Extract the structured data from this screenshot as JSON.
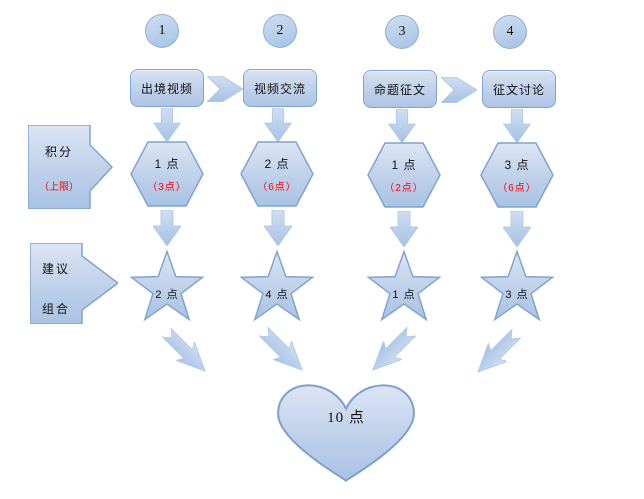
{
  "columns": [
    {
      "step": "1",
      "activity": "出境视频",
      "points": "1 点",
      "points_cap": "（3点）",
      "combo": "2 点"
    },
    {
      "step": "2",
      "activity": "视频交流",
      "points": "2 点",
      "points_cap": "（6点）",
      "combo": "4 点"
    },
    {
      "step": "3",
      "activity": "命题征文",
      "points": "1 点",
      "points_cap": "（2点）",
      "combo": "1 点"
    },
    {
      "step": "4",
      "activity": "征文讨论",
      "points": "3 点",
      "points_cap": "（6点）",
      "combo": "3 点"
    }
  ],
  "left_labels": {
    "score": "积分",
    "score_cap": "（上限）",
    "combo_line1": "建议",
    "combo_line2": "组合"
  },
  "total": "10 点",
  "colors": {
    "shape_fill_top": "#d8e2f2",
    "shape_fill_bottom": "#aec6e5",
    "shape_border": "#7fa4cf",
    "arrow_fill_top": "#cdddf1",
    "arrow_fill_bottom": "#a9c3e5",
    "red_text": "#ff0000"
  }
}
